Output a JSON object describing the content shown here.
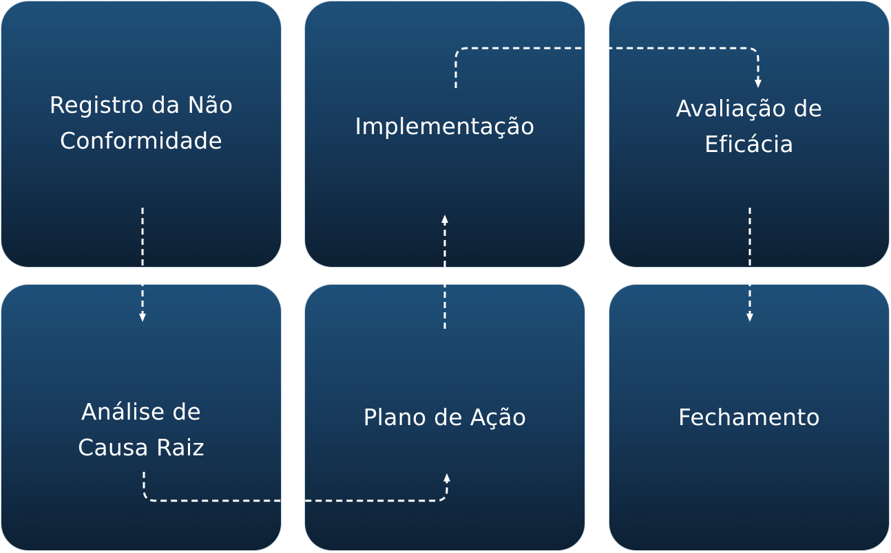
{
  "steps": [
    {
      "label": "Registro da Não\nConformidade"
    },
    {
      "label": "Implementação"
    },
    {
      "label": "Avaliação de\nEficácia"
    },
    {
      "label": "Análise de\nCausa Raiz"
    },
    {
      "label": "Plano de Ação"
    },
    {
      "label": "Fechamento"
    }
  ],
  "colors": {
    "card_top": "#1e5079",
    "card_bottom": "#0d2033",
    "text": "#ffffff",
    "connector": "#ffffff"
  }
}
